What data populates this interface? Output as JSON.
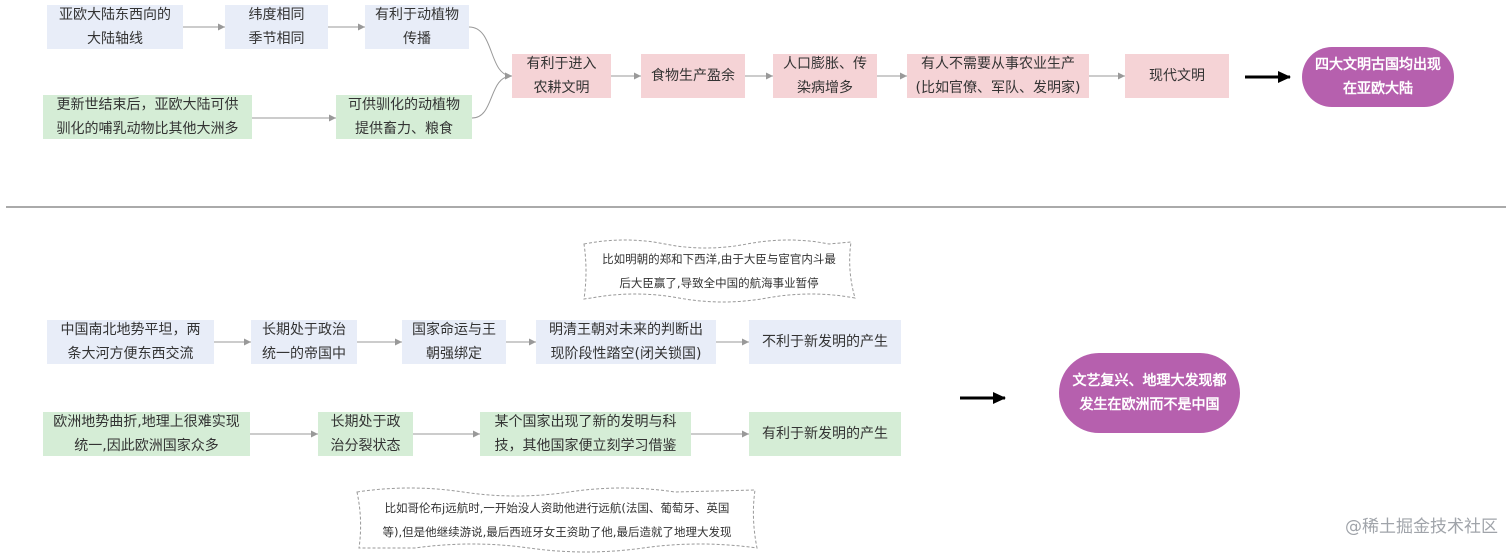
{
  "colors": {
    "blue": "#e8edf8",
    "green": "#d5edd6",
    "pink": "#f5d3d6",
    "result": "#b660ae",
    "line": "#999999",
    "bigArrow": "#000000"
  },
  "section1": {
    "row1": {
      "n1": "亚欧大陆东西向的\n大陆轴线",
      "n2": "纬度相同\n季节相同",
      "n3": "有利于动植物\n传播"
    },
    "row2": {
      "n1": "更新世结束后，亚欧大陆可供\n驯化的哺乳动物比其他大洲多",
      "n2": "可供驯化的动植物\n提供畜力、粮食"
    },
    "chain": {
      "c1": "有利于进入\n农耕文明",
      "c2": "食物生产盈余",
      "c3": "人口膨胀、传\n染病增多",
      "c4": "有人不需要从事农业生产\n(比如官僚、军队、发明家)",
      "c5": "现代文明"
    },
    "result": "四大文明古国均出现\n在亚欧大陆"
  },
  "section2": {
    "noteTop": "比如明朝的郑和下西洋,由于大臣与宦官内斗最\n后大臣赢了,导致全中国的航海事业暂停",
    "rowA": {
      "n1": "中国南北地势平坦，两\n条大河方便东西交流",
      "n2": "长期处于政治\n统一的帝国中",
      "n3": "国家命运与王\n朝强绑定",
      "n4": "明清王朝对未来的判断出\n现阶段性踏空(闭关锁国)",
      "n5": "不利于新发明的产生"
    },
    "rowB": {
      "n1": "欧洲地势曲折,地理上很难实现\n统一,因此欧洲国家众多",
      "n2": "长期处于政\n治分裂状态",
      "n3": "某个国家出现了新的发明与科\n技，其他国家便立刻学习借鉴",
      "n4": "有利于新发明的产生"
    },
    "noteBottom": "比如哥伦布j远航时,一开始没人资助他进行远航(法国、葡萄牙、英国\n等),但是他继续游说,最后西班牙女王资助了他,最后造就了地理大发现",
    "result": "文艺复兴、地理大发现都\n发生在欧洲而不是中国"
  },
  "watermark": "@稀土掘金技术社区"
}
